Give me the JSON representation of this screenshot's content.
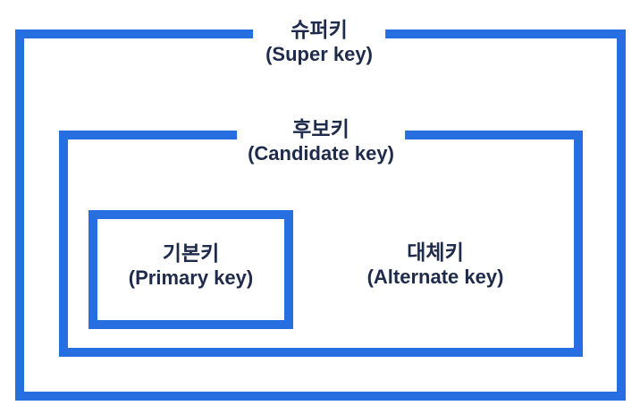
{
  "colors": {
    "accent": "#276ee0",
    "text": "#1e2b4a",
    "bg": "#ffffff"
  },
  "diagram": {
    "super_key": {
      "ko": "슈퍼키",
      "en": "(Super key)"
    },
    "candidate_key": {
      "ko": "후보키",
      "en": "(Candidate key)"
    },
    "primary_key": {
      "ko": "기본키",
      "en": "(Primary key)"
    },
    "alternate_key": {
      "ko": "대체키",
      "en": "(Alternate key)"
    }
  }
}
